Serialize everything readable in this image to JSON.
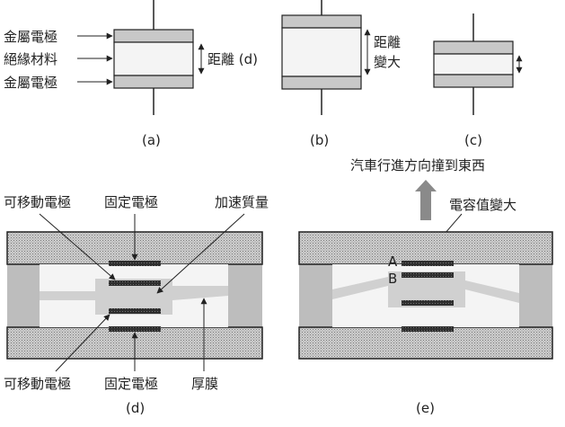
{
  "panel_a": {
    "metal_top": "金屬電極",
    "insulator": "絕緣材料",
    "metal_bottom": "金屬電極",
    "distance": "距離 (d)",
    "caption": "(a)"
  },
  "panel_b": {
    "distance_increase_line1": "距離",
    "distance_increase_line2": "變大",
    "caption": "(b)"
  },
  "panel_c": {
    "caption": "(c)"
  },
  "panel_d": {
    "movable_electrode_top": "可移動電極",
    "fixed_electrode_top": "固定電極",
    "proof_mass": "加速質量",
    "movable_electrode_bottom": "可移動電極",
    "fixed_electrode_bottom": "固定電極",
    "thick_film": "厚膜",
    "caption": "(d)"
  },
  "panel_e": {
    "motion_direction": "汽車行進方向撞到東西",
    "capacitance_increase": "電容值變大",
    "label_a": "A",
    "label_b": "B",
    "caption": "(e)"
  },
  "colors": {
    "electrode": "#c8c8c8",
    "insulator": "#f4f4f4",
    "outline": "#222222",
    "hatch_bg": "#bdbdbd",
    "cavity": "#f4f4f4",
    "membrane": "#d0d0d0",
    "fixed_plate": "#3a3a3a",
    "arrow_gray": "#8a8a8a"
  }
}
